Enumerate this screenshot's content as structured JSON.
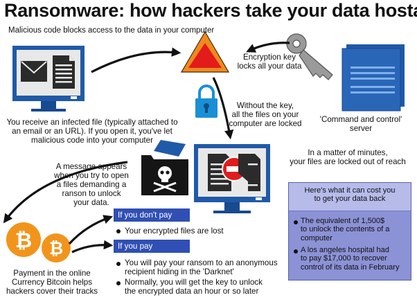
{
  "title": "Ransomware: how hackers take your data hostage",
  "subtitle": "Malicious code blocks access to the data in your computer",
  "steps": {
    "infected_file": [
      "You receive an infected file (typically attached to",
      "an email or an URL). If you open it, you've let",
      "malicious code into your computer"
    ],
    "encryption": [
      "Encryption key",
      "locks all your data"
    ],
    "server": [
      "'Command and control'",
      "server"
    ],
    "locked": [
      "Without the key,",
      "all the files on  your",
      "computer are locked"
    ],
    "minutes": [
      "In a matter of minutes,",
      "your files are locked out of reach"
    ],
    "message": [
      "A message appears",
      "when you try to open",
      "a files demanding a",
      "ranson to unlock",
      "your data."
    ],
    "bitcoin": [
      "Payment in the online",
      "Currency Bitcoin helps",
      "hackers cover their tracks"
    ]
  },
  "options": {
    "no_pay": {
      "label": "If you don't pay",
      "bullets": [
        [
          "Your encrypted files are lost"
        ]
      ]
    },
    "pay": {
      "label": "If you pay",
      "bullets": [
        [
          "You will pay your ransom to an anonymous",
          "recipient hiding in the 'Darknet'"
        ],
        [
          "Normally, you will get the key to unlock",
          "the encrypted data an hour or so later"
        ]
      ]
    }
  },
  "cost": {
    "heading": [
      "Here's what it can cost you",
      "to get your data back"
    ],
    "bullets": [
      [
        "The equivalent of 1,500$",
        "to unlock the contents of a",
        "computer"
      ],
      [
        "A los angeles hospital had",
        "to pay $17,000 to recover",
        "control of its data in  February"
      ]
    ]
  },
  "colors": {
    "monitor_blue": "#1f5aa8",
    "screen_gray": "#e4e4e4",
    "warning_red": "#e21b1b",
    "warning_orange": "#f08a1c",
    "lock_blue": "#1b8fd6",
    "bitcoin_orange": "#f2941c",
    "option_bar_blue": "#2f4fb5",
    "cost_box_fill": "#8b92d6"
  },
  "icons": [
    "monitor-icon",
    "envelope-icon",
    "document-icon",
    "warning-triangle-icon",
    "key-icon",
    "server-icon",
    "padlock-icon",
    "no-entry-icon",
    "skull-folder-icon",
    "bitcoin-icon"
  ]
}
